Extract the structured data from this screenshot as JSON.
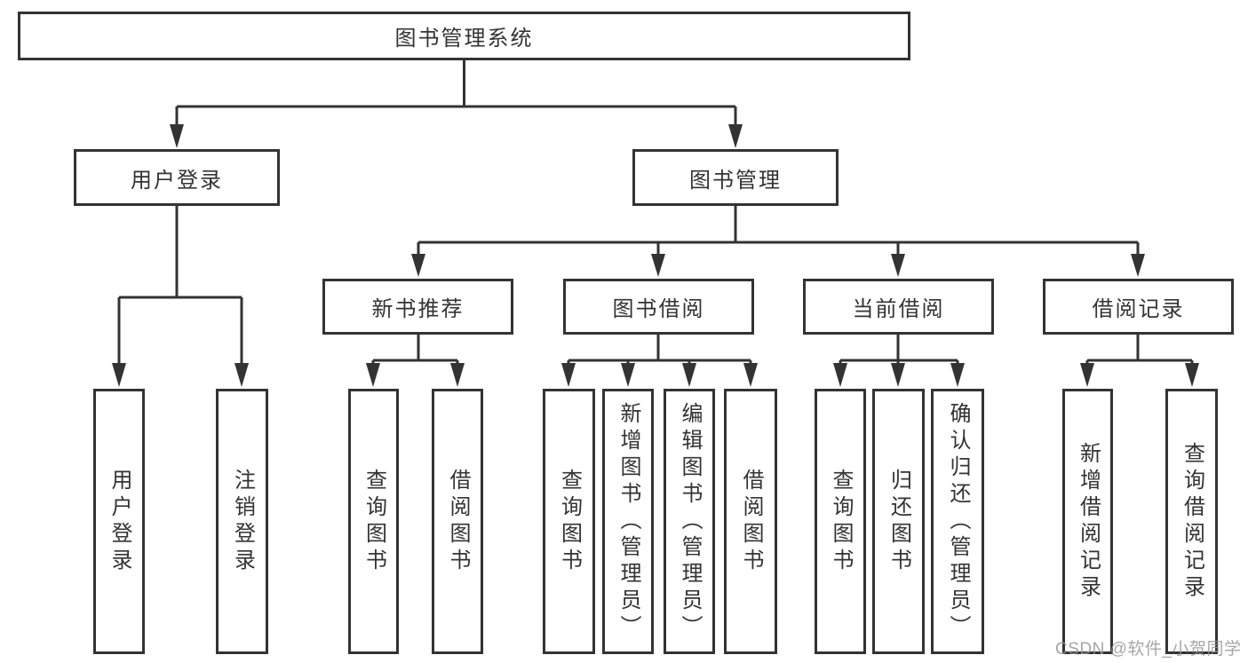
{
  "diagram": {
    "root": "图书管理系统",
    "branches": {
      "user_login": "用户登录",
      "book_mgmt": "图书管理"
    },
    "modules": {
      "new_book": "新书推荐",
      "book_borrow": "图书借阅",
      "current_borrow": "当前借阅",
      "borrow_record": "借阅记录"
    },
    "leaves": {
      "user_login": "用户登录",
      "logout": "注销登录",
      "nb_query": "查询图书",
      "nb_borrow": "借阅图书",
      "bb_query": "查询图书",
      "bb_add": "新增图书（管理员）",
      "bb_edit": "编辑图书（管理员）",
      "bb_borrow": "借阅图书",
      "cb_query": "查询图书",
      "cb_return": "归还图书",
      "cb_confirm": "确认归还（管理员）",
      "br_add": "新增借阅记录",
      "br_query": "查询借阅记录"
    }
  },
  "watermark": "CSDN @软件_小贺同学",
  "colors": {
    "line": "#333333",
    "text": "#333333",
    "watermark": "#969696",
    "background": "#ffffff"
  }
}
